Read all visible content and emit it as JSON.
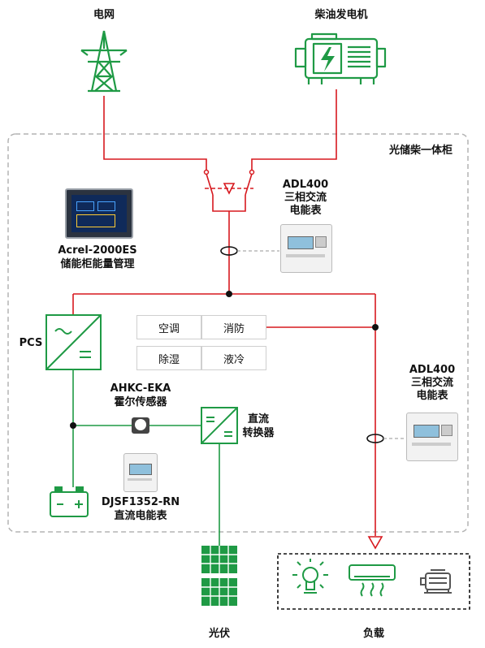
{
  "labels": {
    "grid": "电网",
    "diesel": "柴油发电机",
    "cabinet": "光储柴一体柜",
    "meter_top": [
      "ADL400",
      "三相交流",
      "电能表"
    ],
    "meter_right": [
      "ADL400",
      "三相交流",
      "电能表"
    ],
    "ems": [
      "Acrel-2000ES",
      "储能柜能量管理"
    ],
    "pcs": "PCS",
    "hall": [
      "AHKC-EKA",
      "霍尔传感器"
    ],
    "dc_meter": [
      "DJSF1352-RN",
      "直流电能表"
    ],
    "dcdc": [
      "直流",
      "转换器"
    ],
    "pv": "光伏",
    "load": "负载"
  },
  "aux_boxes": [
    "空调",
    "消防",
    "除湿",
    "液冷"
  ],
  "colors": {
    "ac_line": "#d7191f",
    "dc_line": "#1f9a45",
    "icon": "#1f9a45",
    "border": "#b4b4b4"
  }
}
